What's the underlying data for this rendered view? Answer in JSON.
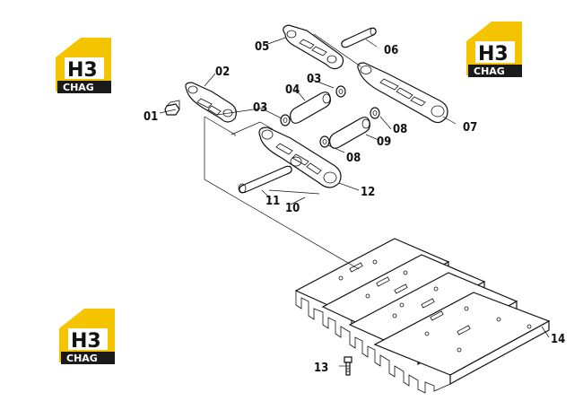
{
  "diagram": {
    "callouts": {
      "p01": "01",
      "p02": "02",
      "p03a": "03",
      "p03b": "03",
      "p04": "04",
      "p05": "05",
      "p06": "06",
      "p07": "07",
      "p08a": "08",
      "p08b": "08",
      "p09": "09",
      "p10": "10",
      "p11": "11",
      "p12": "12",
      "p13": "13",
      "p14": "14"
    }
  },
  "watermark": {
    "mark": "H3",
    "brand": "CHAG",
    "colors": {
      "yellow": "#f5c400",
      "dark": "#1a1a1a"
    }
  }
}
